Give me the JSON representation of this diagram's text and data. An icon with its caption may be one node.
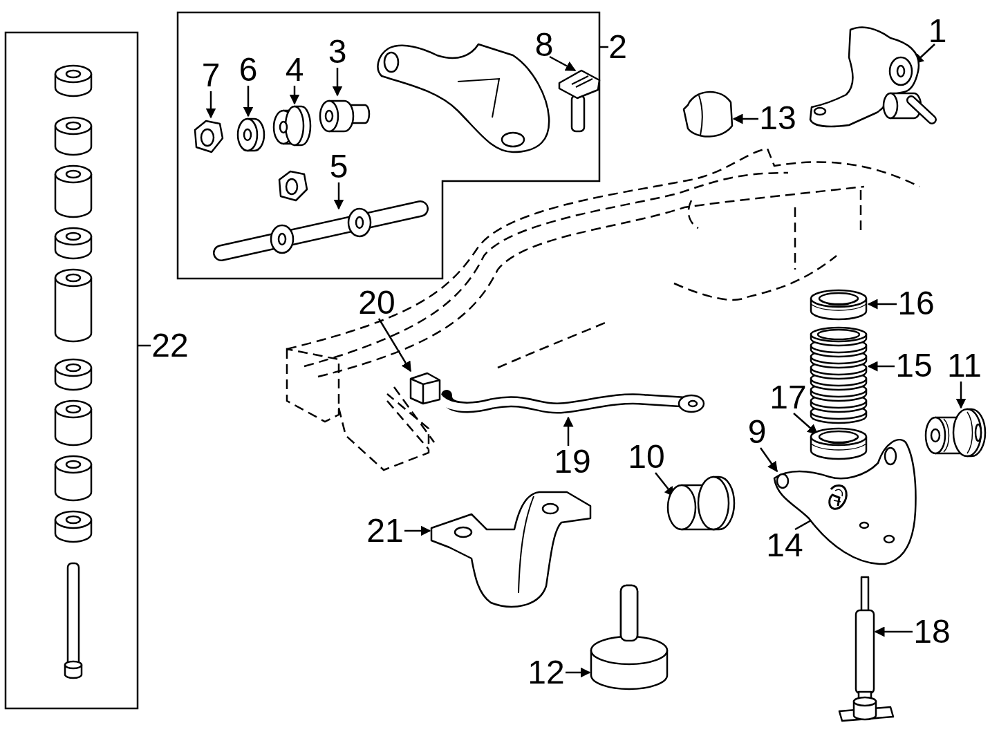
{
  "diagram": {
    "nodes": [
      {
        "text": [],
        "shape": "box"
      },
      {
        "text": [
          "22"
        ]
      },
      {
        "text": [],
        "shape": "box"
      },
      {
        "text": [
          "2"
        ]
      },
      {
        "text": [
          "7"
        ],
        "in": 2
      },
      {
        "text": [],
        "shape": "picture",
        "in": 2
      },
      {
        "text": [
          "6"
        ],
        "in": 2
      },
      {
        "text": [],
        "shape": "picture",
        "in": 2
      },
      {
        "text": [
          "4"
        ],
        "in": 2
      },
      {
        "text": [],
        "shape": "picture",
        "in": 2
      },
      {
        "text": [
          "3"
        ],
        "in": 2
      },
      {
        "text": [],
        "shape": "picture",
        "in": 2
      },
      {
        "text": [
          "8"
        ],
        "in": 2
      },
      {
        "text": [],
        "shape": "picture",
        "in": 2
      },
      {
        "text": [
          "5"
        ],
        "in": 2
      },
      {
        "text": [],
        "shape": "picture",
        "in": 2
      },
      {
        "text": [
          "1"
        ]
      },
      {
        "text": [],
        "shape": "picture"
      },
      {
        "text": [
          "13"
        ]
      },
      {
        "text": [],
        "shape": "picture"
      },
      {
        "text": [
          "16"
        ]
      },
      {
        "text": [],
        "shape": "picture"
      },
      {
        "text": [
          "15"
        ]
      },
      {
        "text": [],
        "shape": "picture"
      },
      {
        "text": [
          "11"
        ]
      },
      {
        "text": [],
        "shape": "picture"
      },
      {
        "text": [
          "17"
        ]
      },
      {
        "text": [],
        "shape": "picture"
      },
      {
        "text": [
          "9"
        ]
      },
      {
        "text": [],
        "shape": "picture"
      },
      {
        "text": [
          "14"
        ]
      },
      {
        "text": [],
        "shape": "picture",
        "in": 29
      },
      {
        "text": [
          "10"
        ]
      },
      {
        "text": [],
        "shape": "picture"
      },
      {
        "text": [
          "19"
        ]
      },
      {
        "text": [],
        "shape": "picture"
      },
      {
        "text": [
          "20"
        ]
      },
      {
        "text": [],
        "shape": "picture"
      },
      {
        "text": [
          "21"
        ]
      },
      {
        "text": [],
        "shape": "picture"
      },
      {
        "text": [
          "12"
        ]
      },
      {
        "text": [],
        "shape": "picture"
      },
      {
        "text": [
          "18"
        ]
      },
      {
        "text": [],
        "shape": "picture"
      }
    ],
    "edges": [
      {
        "from": 1,
        "to": 0,
        "arrow": "none"
      },
      {
        "from": 3,
        "to": 2,
        "arrow": "none"
      },
      {
        "from": 4,
        "to": 5,
        "arrow": "to"
      },
      {
        "from": 6,
        "to": 7,
        "arrow": "to"
      },
      {
        "from": 8,
        "to": 9,
        "arrow": "to"
      },
      {
        "from": 10,
        "to": 11,
        "arrow": "to"
      },
      {
        "from": 12,
        "to": 13,
        "arrow": "to"
      },
      {
        "from": 14,
        "to": 15,
        "arrow": "to"
      },
      {
        "from": 16,
        "to": 17,
        "arrow": "to"
      },
      {
        "from": 18,
        "to": 19,
        "arrow": "to"
      },
      {
        "from": 20,
        "to": 21,
        "arrow": "to"
      },
      {
        "from": 22,
        "to": 23,
        "arrow": "to"
      },
      {
        "from": 24,
        "to": 25,
        "arrow": "to"
      },
      {
        "from": 26,
        "to": 27,
        "arrow": "to"
      },
      {
        "from": 28,
        "to": 29,
        "arrow": "to"
      },
      {
        "from": 30,
        "to": 31,
        "arrow": "to"
      },
      {
        "from": 32,
        "to": 33,
        "arrow": "to"
      },
      {
        "from": 34,
        "to": 35,
        "arrow": "to"
      },
      {
        "from": 36,
        "to": 37,
        "arrow": "to"
      },
      {
        "from": 38,
        "to": 39,
        "arrow": "to"
      },
      {
        "from": 40,
        "to": 41,
        "arrow": "to"
      },
      {
        "from": 42,
        "to": 43,
        "arrow": "to"
      }
    ]
  }
}
